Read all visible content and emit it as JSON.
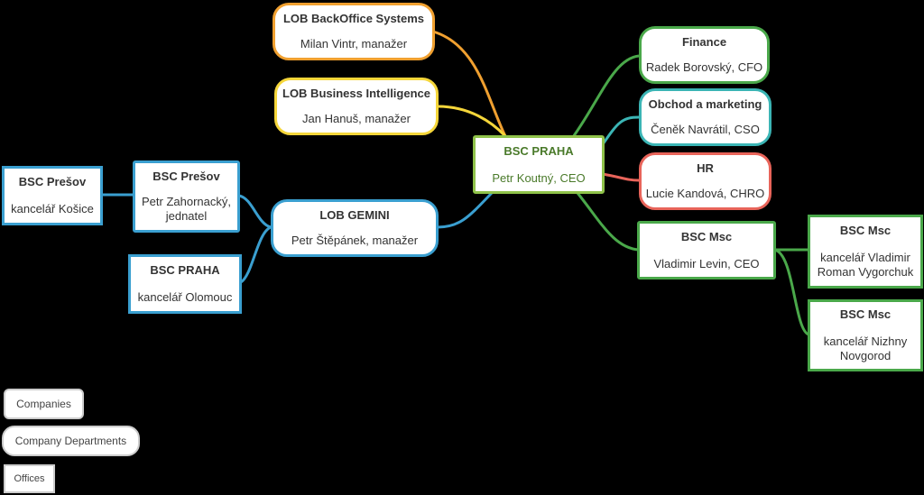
{
  "colors": {
    "orange": "#f0a030",
    "yellow": "#f5d63a",
    "green": "#4aa84a",
    "company_green": "#8fc24a",
    "teal": "#3bb5b5",
    "red": "#e8645a",
    "blue": "#3a9fd0",
    "gray": "#cccccc"
  },
  "nodes": {
    "lob_backoffice": {
      "title": "LOB BackOffice Systems",
      "sub": "Milan Vintr, manažer"
    },
    "lob_bi": {
      "title": "LOB Business Intelligence",
      "sub": "Jan Hanuš, manažer"
    },
    "bsc_praha_main": {
      "title": "BSC PRAHA",
      "sub": "Petr Koutný, CEO"
    },
    "finance": {
      "title": "Finance",
      "sub": "Radek Borovský, CFO"
    },
    "obchod": {
      "title": "Obchod a marketing",
      "sub": "Čeněk Navrátil, CSO"
    },
    "hr": {
      "title": "HR",
      "sub": "Lucie Kandová, CHRO"
    },
    "bsc_msc": {
      "title": "BSC Msc",
      "sub": "Vladimir Levin, CEO"
    },
    "bsc_msc_vladimir": {
      "title": "BSC Msc",
      "sub": "kancelář Vladimir Roman Vygorchuk"
    },
    "bsc_msc_nizhny": {
      "title": "BSC Msc",
      "sub": "kancelář Nizhny Novgorod"
    },
    "lob_gemini": {
      "title": "LOB GEMINI",
      "sub": "Petr Štěpánek, manažer"
    },
    "bsc_presov": {
      "title": "BSC Prešov",
      "sub": "Petr Zahornacký, jednatel"
    },
    "bsc_presov_office": {
      "title": "BSC Prešov",
      "sub": "kancelář Košice"
    },
    "bsc_praha_office": {
      "title": "BSC PRAHA",
      "sub": "kancelář Olomouc"
    }
  },
  "legend": {
    "companies": "Companies",
    "departments": "Company Departments",
    "offices": "Offices"
  }
}
